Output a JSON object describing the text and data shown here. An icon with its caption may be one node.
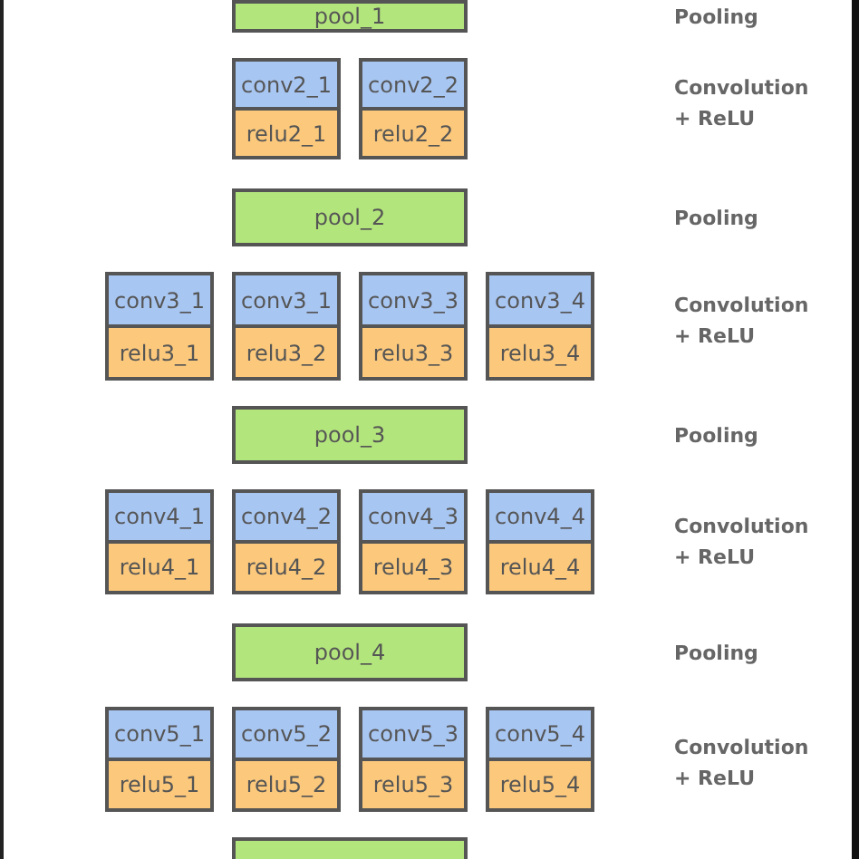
{
  "diagram": {
    "nodes": [
      {
        "text": [
          "pool_1"
        ]
      },
      {
        "text": [
          "conv2_1",
          "relu2_1"
        ]
      },
      {
        "text": [
          "conv2_2",
          "relu2_2"
        ]
      },
      {
        "text": [
          "pool_2"
        ]
      },
      {
        "text": [
          "conv3_1",
          "relu3_1"
        ]
      },
      {
        "text": [
          "conv3_1",
          "relu3_2"
        ]
      },
      {
        "text": [
          "conv3_3",
          "relu3_3"
        ]
      },
      {
        "text": [
          "conv3_4",
          "relu3_4"
        ]
      },
      {
        "text": [
          "pool_3"
        ]
      },
      {
        "text": [
          "conv4_1",
          "relu4_1"
        ]
      },
      {
        "text": [
          "conv4_2",
          "relu4_2"
        ]
      },
      {
        "text": [
          "conv4_3",
          "relu4_3"
        ]
      },
      {
        "text": [
          "conv4_4",
          "relu4_4"
        ]
      },
      {
        "text": [
          "pool_4"
        ]
      },
      {
        "text": [
          "conv5_1",
          "relu5_1"
        ]
      },
      {
        "text": [
          "conv5_2",
          "relu5_2"
        ]
      },
      {
        "text": [
          "conv5_3",
          "relu5_3"
        ]
      },
      {
        "text": [
          "conv5_4",
          "relu5_4"
        ]
      },
      {
        "text": [],
        "shape": "bar"
      }
    ],
    "labels": [
      "Pooling",
      "Convolution + ReLU",
      "Pooling",
      "Convolution + ReLU",
      "Pooling",
      "Convolution + ReLU",
      "Pooling",
      "Convolution + ReLU"
    ]
  }
}
